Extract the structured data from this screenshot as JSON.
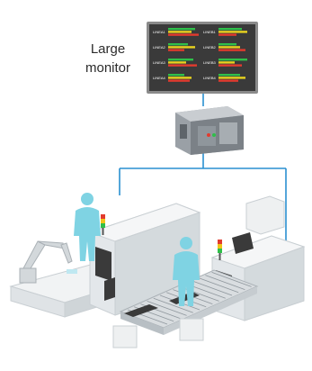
{
  "caption": {
    "line1": "Large",
    "line2": "monitor"
  },
  "monitor": {
    "lines": [
      {
        "label": "LINEA1",
        "bars": [
          "#2fbf4a",
          "#e8d21e",
          "#e23b2e"
        ]
      },
      {
        "label": "LINEA2",
        "bars": [
          "#2fbf4a",
          "#e8d21e",
          "#e23b2e"
        ]
      },
      {
        "label": "LINEA3",
        "bars": [
          "#2fbf4a",
          "#e8d21e",
          "#e23b2e"
        ]
      },
      {
        "label": "LINEA4",
        "bars": [
          "#2fbf4a",
          "#e8d21e",
          "#e23b2e"
        ]
      },
      {
        "label": "LINEB1",
        "bars": [
          "#2fbf4a",
          "#e8d21e",
          "#e23b2e"
        ]
      },
      {
        "label": "LINEB2",
        "bars": [
          "#2fbf4a",
          "#e8d21e",
          "#e23b2e"
        ]
      },
      {
        "label": "LINEB3",
        "bars": [
          "#2fbf4a",
          "#e8d21e",
          "#e23b2e"
        ]
      },
      {
        "label": "LINEB4",
        "bars": [
          "#2fbf4a",
          "#e8d21e",
          "#e23b2e"
        ]
      }
    ]
  },
  "colors": {
    "connector": "#2a8fd0",
    "operator": "#7fd3e3",
    "machine": "#e9eced",
    "machine_shade": "#cfd5d8",
    "screen": "#3a3a3a",
    "lamp_red": "#e23b2e",
    "lamp_yellow": "#f0c419",
    "lamp_green": "#2fbf4a"
  },
  "icons": [
    "large-monitor-icon",
    "controller-unit-icon",
    "operator-icon",
    "signal-tower-icon",
    "robot-arm-icon",
    "conveyor-icon",
    "machine-line-icon"
  ]
}
